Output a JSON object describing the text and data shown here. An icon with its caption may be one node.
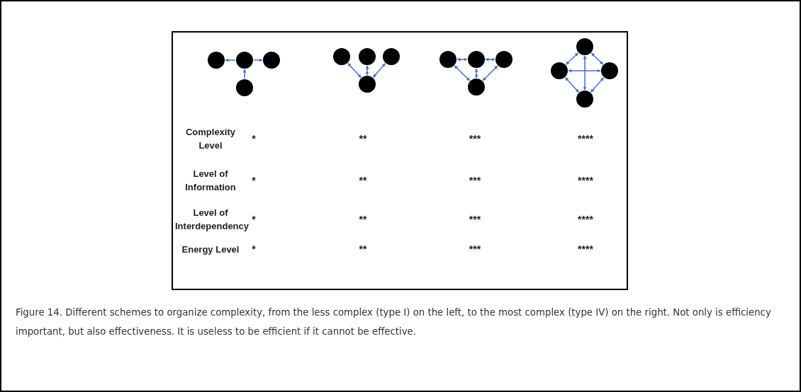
{
  "diagram": {
    "caption": "Figure 14. Different schemes to organize complexity, from the less complex (type I) on the left, to the most complex (type IV) on the right. Not only is efficiency important, but also effectiveness. It is useless to be efficient if it cannot be effective.",
    "nodes": [
      {
        "text": [],
        "shape": "circle"
      },
      {
        "text": [],
        "shape": "circle"
      },
      {
        "text": [],
        "shape": "circle"
      },
      {
        "text": [],
        "shape": "circle"
      },
      {
        "text": [],
        "shape": "circle"
      },
      {
        "text": [],
        "shape": "circle"
      },
      {
        "text": [],
        "shape": "circle"
      },
      {
        "text": [],
        "shape": "circle"
      },
      {
        "text": [],
        "shape": "circle"
      },
      {
        "text": [],
        "shape": "circle"
      },
      {
        "text": [],
        "shape": "circle"
      },
      {
        "text": [],
        "shape": "circle"
      },
      {
        "text": [],
        "shape": "circle"
      },
      {
        "text": [],
        "shape": "circle"
      },
      {
        "text": [],
        "shape": "circle"
      },
      {
        "text": [],
        "shape": "circle"
      }
    ],
    "edges": [
      {
        "from": 1,
        "to": 0,
        "arrow": "to"
      },
      {
        "from": 1,
        "to": 2,
        "arrow": "to"
      },
      {
        "from": 3,
        "to": 1,
        "arrow": "to"
      },
      {
        "from": 7,
        "to": 4,
        "arrow": "both"
      },
      {
        "from": 7,
        "to": 5,
        "arrow": "both"
      },
      {
        "from": 7,
        "to": 6,
        "arrow": "both"
      },
      {
        "from": 8,
        "to": 9,
        "arrow": "both"
      },
      {
        "from": 9,
        "to": 10,
        "arrow": "both"
      },
      {
        "from": 8,
        "to": 11,
        "arrow": "both"
      },
      {
        "from": 9,
        "to": 11,
        "arrow": "both"
      },
      {
        "from": 10,
        "to": 11,
        "arrow": "both"
      },
      {
        "from": 12,
        "to": 13,
        "arrow": "both"
      },
      {
        "from": 12,
        "to": 14,
        "arrow": "both"
      },
      {
        "from": 12,
        "to": 15,
        "arrow": "both"
      },
      {
        "from": 13,
        "to": 14,
        "arrow": "both"
      },
      {
        "from": 13,
        "to": 15,
        "arrow": "both"
      },
      {
        "from": 14,
        "to": 15,
        "arrow": "both"
      }
    ],
    "labels": [
      "Complexity Level",
      "*",
      "**",
      "***",
      "****",
      "Level of Information",
      "*",
      "**",
      "***",
      "****",
      "Level of Interdependency",
      "*",
      "**",
      "***",
      "****",
      "Energy Level",
      "*",
      "**",
      "***",
      "****"
    ]
  }
}
